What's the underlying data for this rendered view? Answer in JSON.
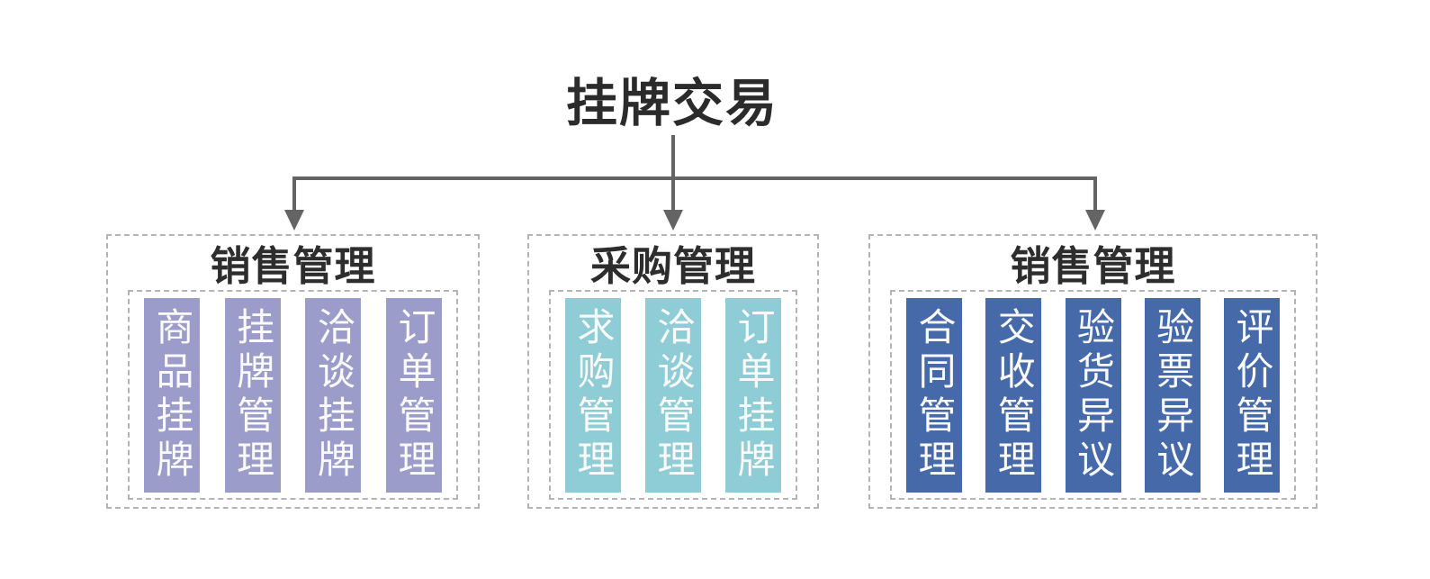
{
  "title": "挂牌交易",
  "groups": [
    {
      "label": "销售管理",
      "items": [
        "商品挂牌",
        "挂牌管理",
        "洽谈挂牌",
        "订单管理"
      ],
      "item_color": "#9b9cca"
    },
    {
      "label": "采购管理",
      "items": [
        "求购管理",
        "洽谈管理",
        "订单挂牌"
      ],
      "item_color": "#8fcdd6"
    },
    {
      "label": "销售管理",
      "items": [
        "合同管理",
        "交收管理",
        "验货异议",
        "验票异议",
        "评价管理"
      ],
      "item_color": "#4569a9"
    }
  ],
  "colors": {
    "background": "#ffffff",
    "heading_text": "#2d2d2d",
    "item_text": "#fafafa",
    "connector": "#646464",
    "dashed_border": "#b4b4b4"
  }
}
